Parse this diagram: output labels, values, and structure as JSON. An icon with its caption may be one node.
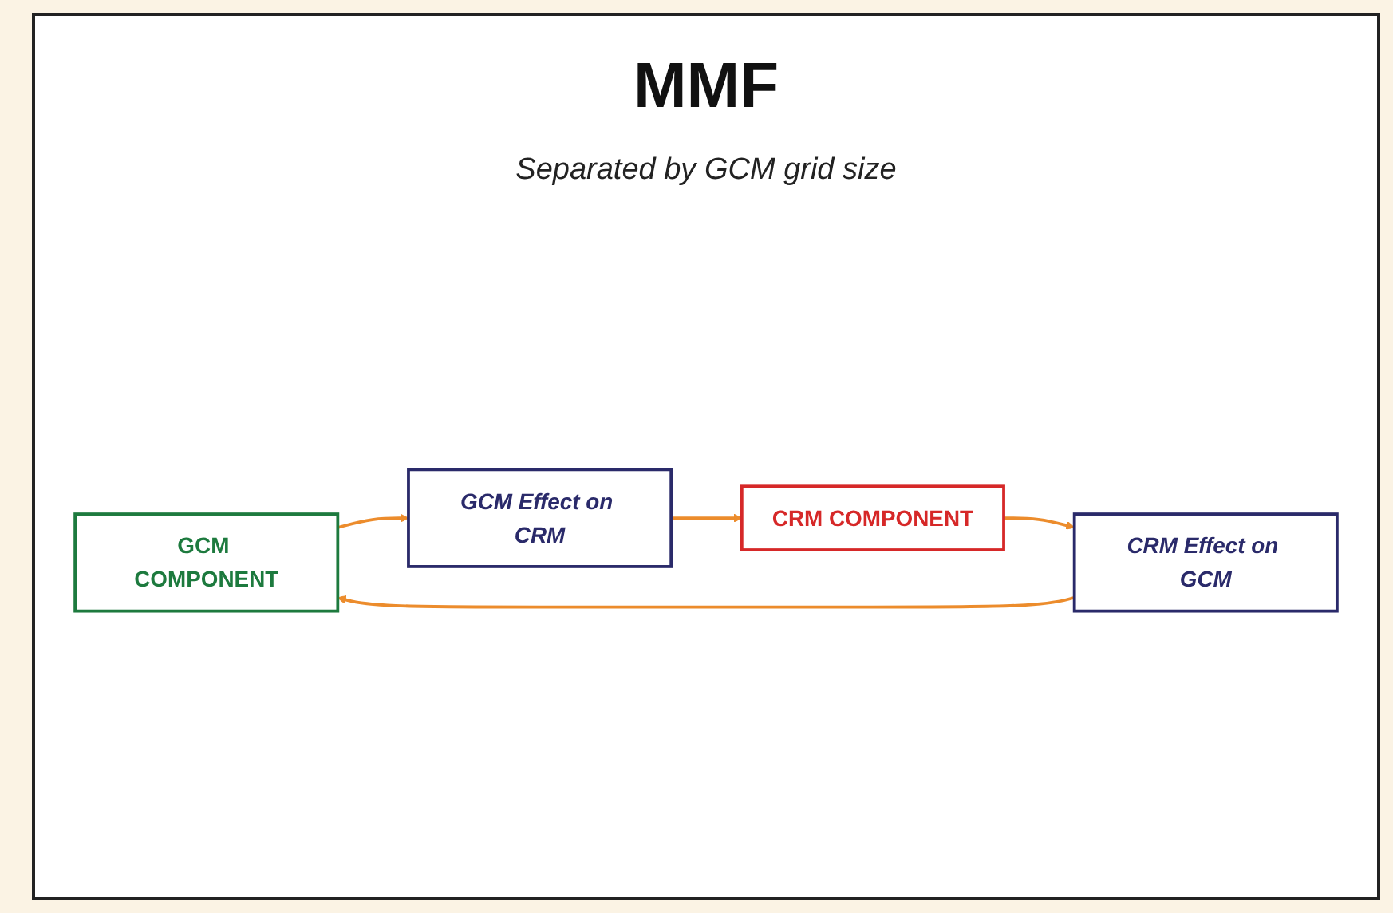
{
  "diagram": {
    "title": "MMF",
    "nodes": [
      {
        "text": [
          "GCM COMPONENT"
        ]
      },
      {
        "text": [
          "GCM Effect on CRM"
        ]
      },
      {
        "text": [
          "CRM COMPONENT"
        ]
      },
      {
        "text": [
          "CRM Effect on GCM"
        ]
      }
    ],
    "edges": [
      {
        "from": 0,
        "to": 1,
        "arrow": "to"
      },
      {
        "from": 1,
        "to": 2,
        "arrow": "to"
      },
      {
        "from": 2,
        "to": 3,
        "arrow": "to"
      },
      {
        "from": 3,
        "to": 0,
        "arrow": "to"
      }
    ],
    "labels": [
      "Separated by GCM grid size"
    ]
  }
}
